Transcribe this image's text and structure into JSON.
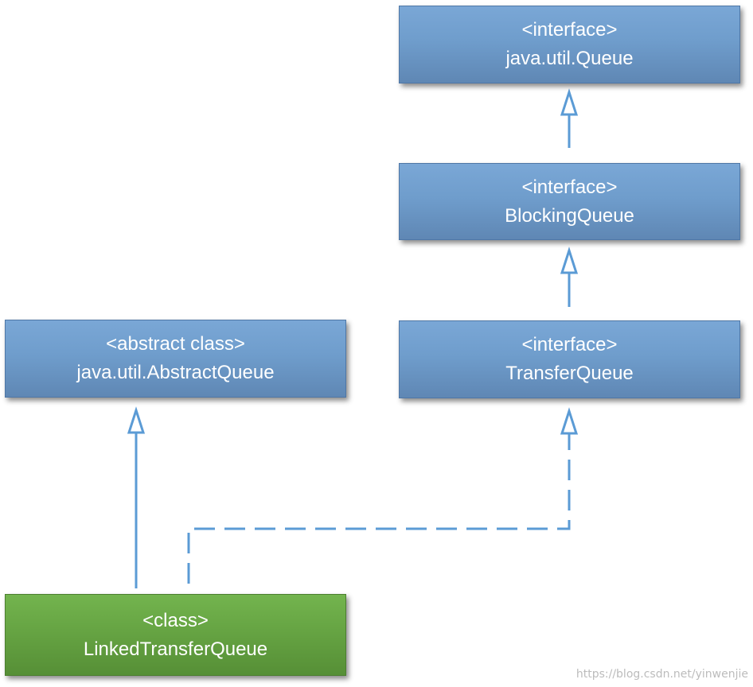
{
  "nodes": {
    "queue": {
      "stereotype": "<interface>",
      "name": "java.util.Queue"
    },
    "blocking_queue": {
      "stereotype": "<interface>",
      "name": "BlockingQueue"
    },
    "transfer_queue": {
      "stereotype": "<interface>",
      "name": "TransferQueue"
    },
    "abstract_queue": {
      "stereotype": "<abstract class>",
      "name": "java.util.AbstractQueue"
    },
    "linked_transfer_queue": {
      "stereotype": "<class>",
      "name": "LinkedTransferQueue"
    }
  },
  "watermark": "https://blog.csdn.net/yinwenjie",
  "colors": {
    "interface_fill": "#6f9dcc",
    "class_fill": "#66a443",
    "edge": "#5b9bd5"
  }
}
